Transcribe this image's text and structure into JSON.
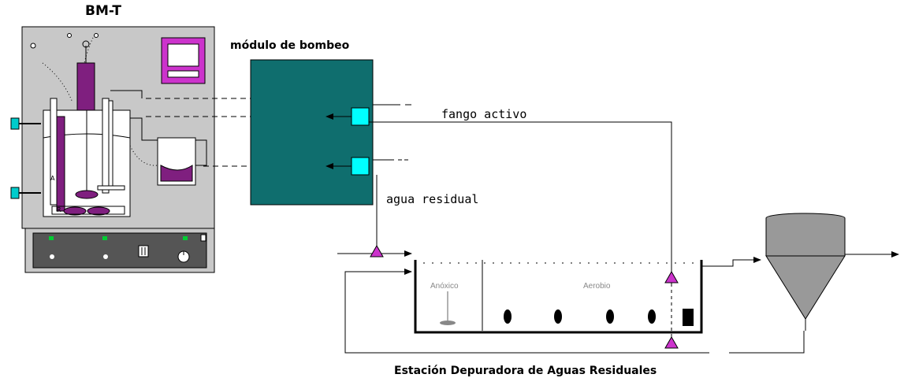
{
  "labels": {
    "bioreactor": "BM-T",
    "pump_module": "módulo de bombeo",
    "activated_sludge": "fango activo",
    "wastewater": "agua residual",
    "anoxic": "Anóxico",
    "aerobic": "Aerobio",
    "plant": "Estación Depuradora de Aguas Residuales",
    "glyph_A": "A",
    "glyph_R": "R"
  },
  "colors": {
    "equipment_gray": "#c8c8c8",
    "module_teal": "#0f6e6e",
    "connector_cyan": "#00ffff",
    "purple": "#7f1f7f",
    "magenta": "#cc33cc",
    "led_green": "#00cc33"
  }
}
